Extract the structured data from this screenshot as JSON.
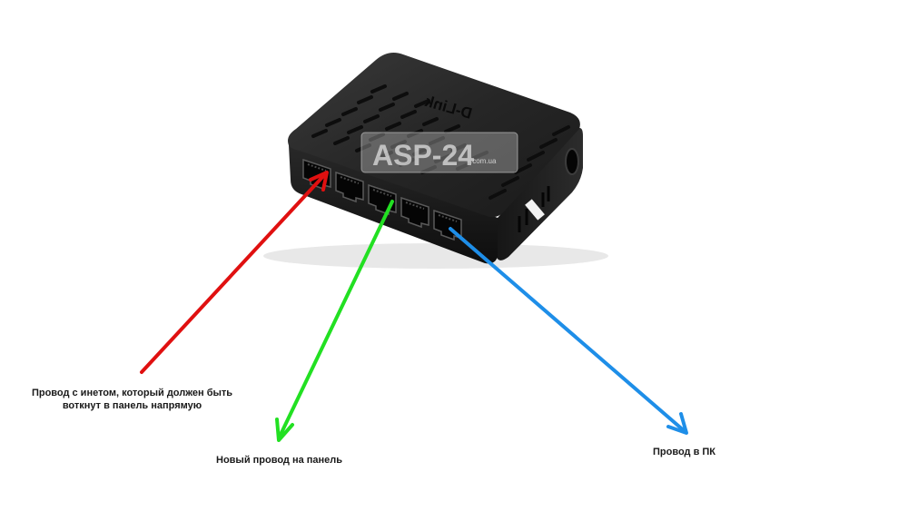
{
  "device": {
    "brand_logo": "D-Link",
    "watermark": "ASP-24",
    "watermark_domain": ".com.ua",
    "port_count": 5
  },
  "annotations": {
    "internet_cable": {
      "text": "Провод с инетом, который должен быть воткнут в панель напрямую",
      "color": "#e01010"
    },
    "panel_cable": {
      "text": "Новый провод на панель",
      "color": "#22e022"
    },
    "pc_cable": {
      "text": "Провод в ПК",
      "color": "#1e8ee8"
    }
  }
}
